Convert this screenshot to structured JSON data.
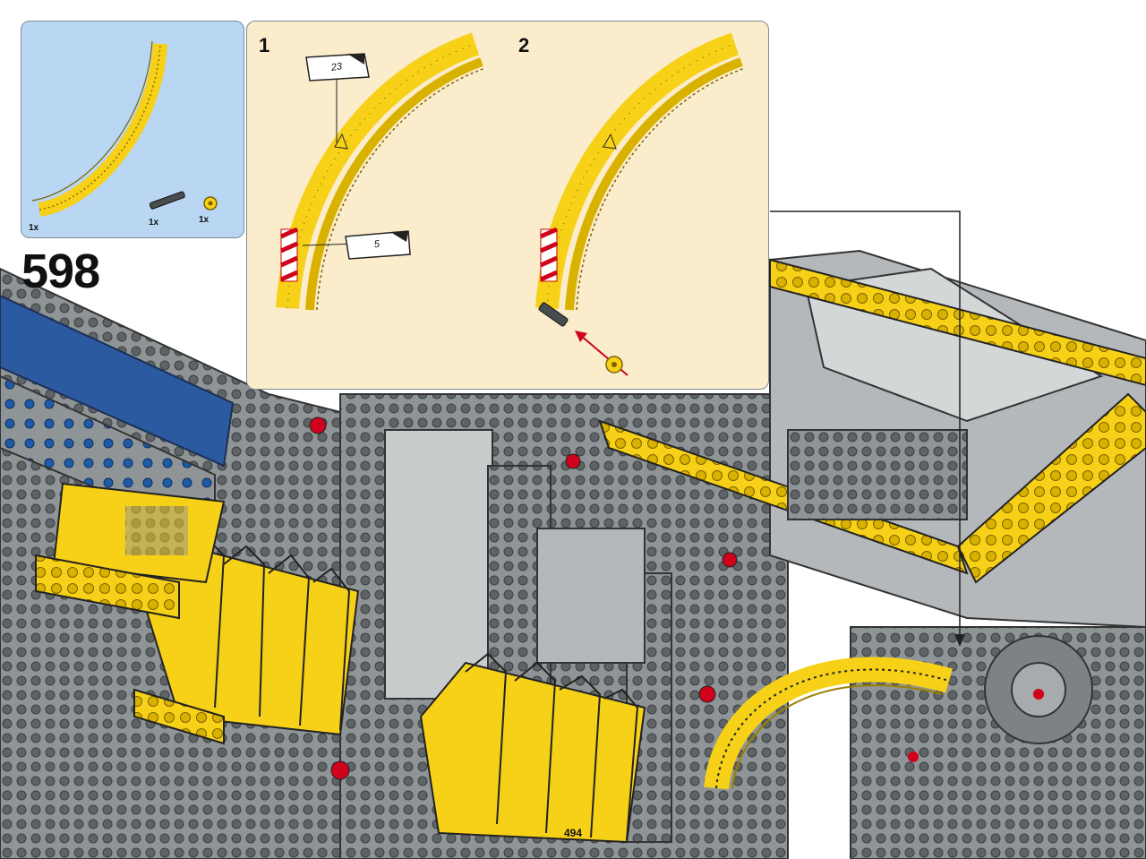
{
  "parts_list": {
    "items": [
      {
        "name": "yellow-curved-gear-rack",
        "qty": "1x"
      },
      {
        "name": "dark-grey-axle",
        "qty": "1x"
      },
      {
        "name": "yellow-bush",
        "qty": "1x"
      }
    ]
  },
  "step": {
    "number": "598"
  },
  "sub_steps": {
    "first": {
      "number": "1",
      "callout_a": "23",
      "callout_b": "5"
    },
    "second": {
      "number": "2"
    }
  },
  "page": {
    "number": "494"
  },
  "colors": {
    "parts_bg": "#b9d6f2",
    "substep_bg": "#fbeccc",
    "lego_yellow": "#f7d117",
    "lego_grey": "#9ea3a6",
    "lego_dark_grey": "#55585b",
    "lego_red": "#d0021b",
    "lego_blue": "#1e5aa8"
  }
}
